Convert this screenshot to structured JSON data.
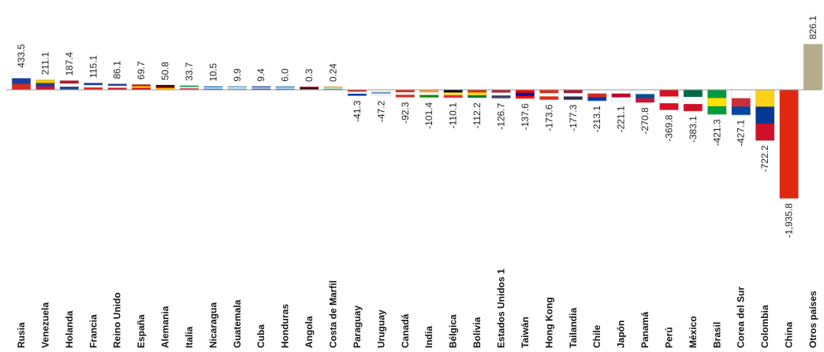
{
  "chart_data": {
    "type": "bar",
    "categories": [
      "Rusia",
      "Venezuela",
      "Holanda",
      "Francia",
      "Reino Unido",
      "España",
      "Alemania",
      "Italia",
      "Nicaragua",
      "Guatemala",
      "Cuba",
      "Honduras",
      "Angola",
      "Costa de Marfil",
      "Paraguay",
      "Uruguay",
      "Canadá",
      "India",
      "Bélgica",
      "Bolivia",
      "Estados Unidos 1",
      "Taiwán",
      "Hong Kong",
      "Tailandia",
      "Chile",
      "Japón",
      "Panamá",
      "Perú",
      "México",
      "Brasil",
      "Corea del Sur",
      "Colombia",
      "China",
      "Otros países"
    ],
    "values": [
      433.5,
      211.1,
      187.4,
      115.1,
      86.1,
      69.7,
      50.8,
      33.7,
      10.5,
      9.9,
      9.4,
      6.0,
      0.3,
      0.24,
      -41.3,
      -47.2,
      -92.3,
      -101.4,
      -110.1,
      -112.2,
      -126.7,
      -137.6,
      -173.6,
      -177.3,
      -213.1,
      -221.1,
      -270.8,
      -369.8,
      -383.1,
      -421.3,
      -427.1,
      -722.2,
      -1935.8,
      826.1
    ],
    "value_labels": [
      "433.5",
      "211.1",
      "187.4",
      "115.1",
      "86.1",
      "69.7",
      "50.8",
      "33.7",
      "10.5",
      "9.9",
      "9.4",
      "6.0",
      "0.3",
      "0.24",
      "-41.3",
      "-47.2",
      "-92.3",
      "-101.4",
      "-110.1",
      "-112.2",
      "-126.7",
      "-137.6",
      "-173.6",
      "-177.3",
      "-213.1",
      "-221.1",
      "-270.8",
      "-369.8",
      "-383.1",
      "-421.3",
      "-427.1",
      "-722.2",
      "-1,935.8",
      "826.1"
    ],
    "bar_fills": [
      [
        "#ffffff",
        "#1c3f9e",
        "#d52b1e"
      ],
      [
        "#f4c300",
        "#1c3f9e",
        "#cf142b"
      ],
      [
        "#ae1c28",
        "#ffffff",
        "#21468b"
      ],
      [
        "#1c3f9e",
        "#ffffff",
        "#d52b1e"
      ],
      [
        "#1c3f9e",
        "#ffffff",
        "#cf142b"
      ],
      [
        "#c60b1e",
        "#ffc400",
        "#c60b1e"
      ],
      [
        "#000000",
        "#dd0000",
        "#ffce00"
      ],
      [
        "#009246",
        "#ffffff",
        "#ce2b37"
      ],
      [
        "#0067c6",
        "#ffffff",
        "#0067c6"
      ],
      [
        "#4997d0",
        "#ffffff",
        "#4997d0"
      ],
      [
        "#002a8f",
        "#ffffff",
        "#002a8f"
      ],
      [
        "#0073cf",
        "#ffffff",
        "#0073cf"
      ],
      [
        "#cc092f",
        "#000000",
        "#cc092f"
      ],
      [
        "#f77f00",
        "#ffffff",
        "#009e60"
      ],
      [
        "#d52b1e",
        "#ffffff",
        "#0038a8"
      ],
      [
        "#ffffff",
        "#7b9fd4",
        "#ffffff"
      ],
      [
        "#d52b1e",
        "#ffffff",
        "#d52b1e"
      ],
      [
        "#ff9933",
        "#ffffff",
        "#138808"
      ],
      [
        "#000000",
        "#fae042",
        "#ed2939"
      ],
      [
        "#d52b1e",
        "#f9e300",
        "#007934"
      ],
      [
        "#b22234",
        "#ffffff",
        "#3c3b6e"
      ],
      [
        "#fe0000",
        "#000095",
        "#fe0000"
      ],
      [
        "#de2910",
        "#ffffff",
        "#de2910"
      ],
      [
        "#a51931",
        "#ffffff",
        "#2d2a4a"
      ],
      [
        "#ffffff",
        "#d52b1e",
        "#0039a6"
      ],
      [
        "#ffffff",
        "#bc002d",
        "#ffffff"
      ],
      [
        "#ffffff",
        "#005293",
        "#d21034"
      ],
      [
        "#d91023",
        "#ffffff",
        "#d91023"
      ],
      [
        "#006847",
        "#ffffff",
        "#ce1126"
      ],
      [
        "#009c3b",
        "#ffdf00",
        "#009c3b"
      ],
      [
        "#ffffff",
        "#cd2e3a",
        "#0047a0"
      ],
      [
        "#fcd116",
        "#003893",
        "#ce1126"
      ],
      [
        "#de2910",
        "#de2910",
        "#de2910"
      ],
      [
        "#b5ad8c",
        "#b5ad8c",
        "#b5ad8c"
      ]
    ],
    "ylim": [
      -1935.8,
      826.1
    ],
    "grid": false,
    "legend": "none"
  }
}
